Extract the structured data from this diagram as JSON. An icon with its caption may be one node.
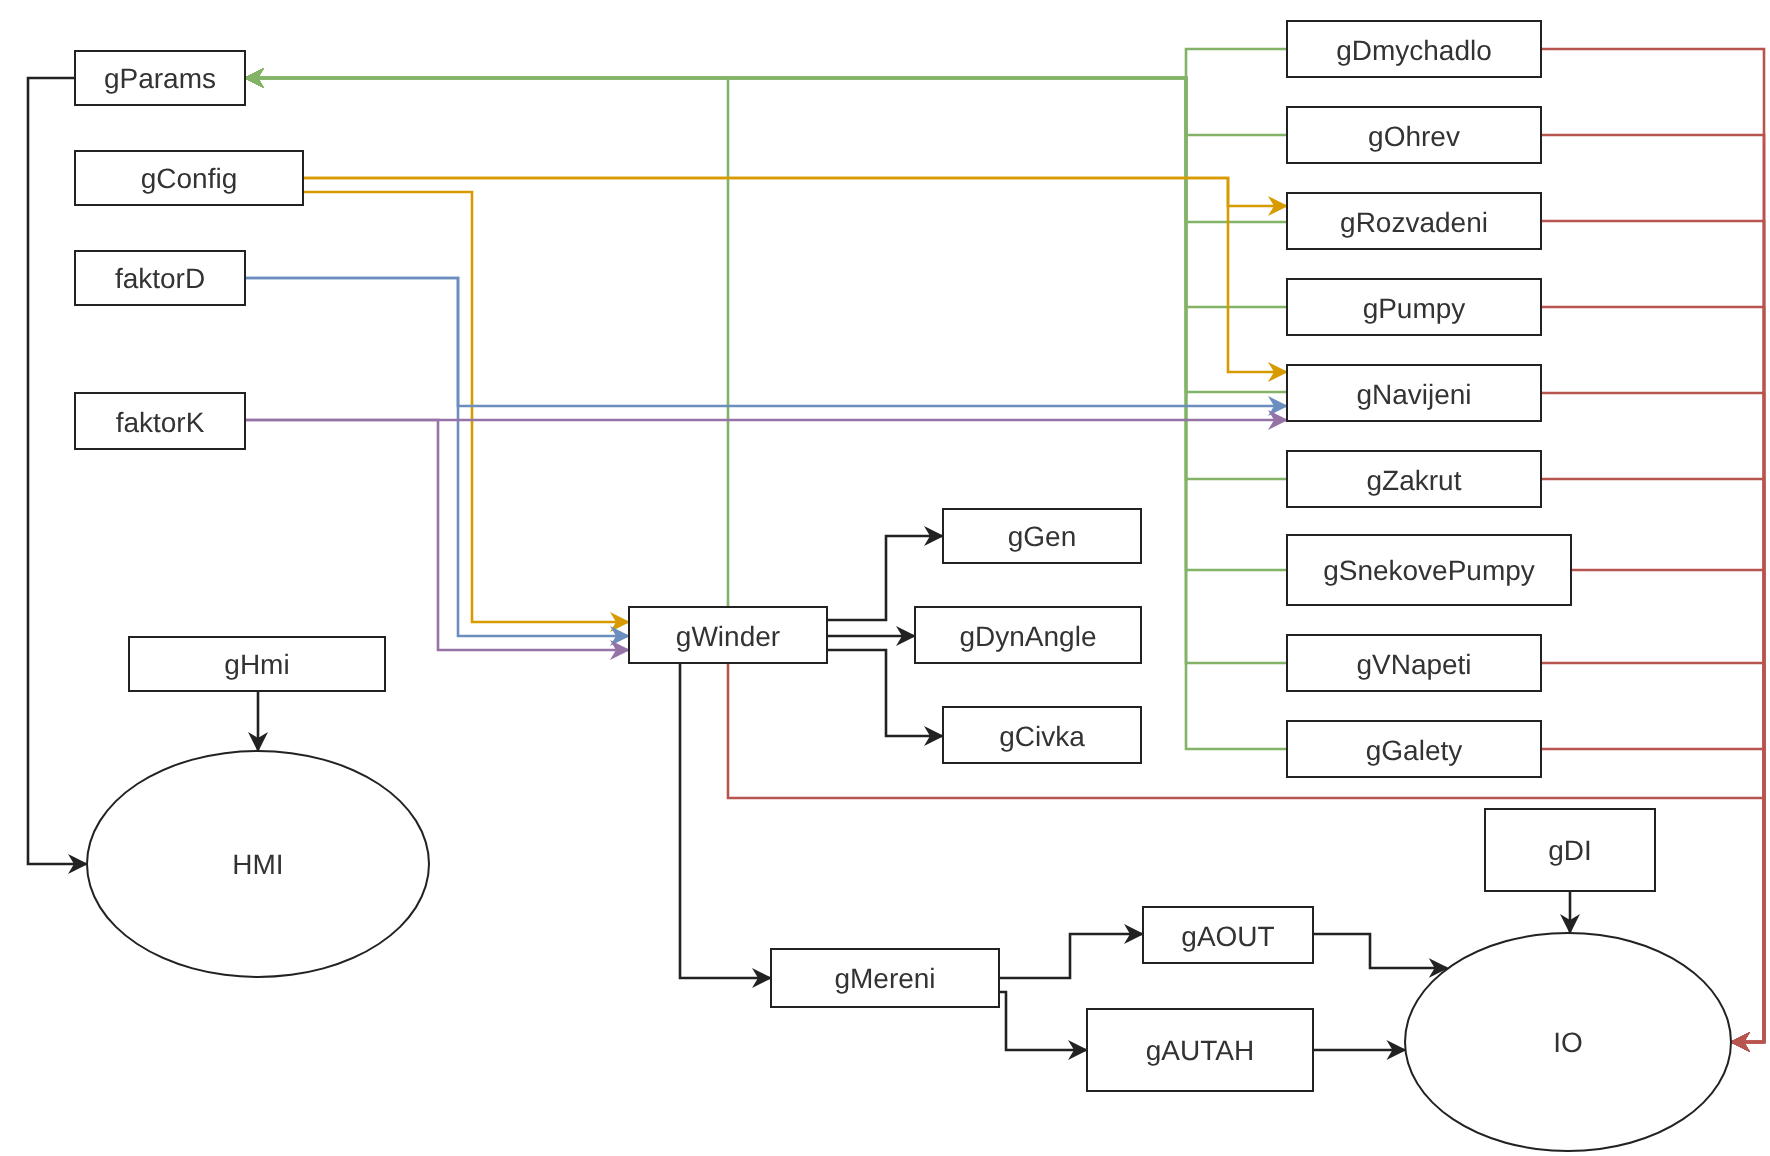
{
  "diagram": {
    "nodes": [
      {
        "text": [
          "gParams"
        ]
      },
      {
        "text": [
          "gConfig"
        ]
      },
      {
        "text": [
          "faktorD"
        ]
      },
      {
        "text": [
          "faktorK"
        ]
      },
      {
        "text": [
          "gDmychadlo"
        ]
      },
      {
        "text": [
          "gOhrev"
        ]
      },
      {
        "text": [
          "gRozvadeni"
        ]
      },
      {
        "text": [
          "gPumpy"
        ]
      },
      {
        "text": [
          "gNavijeni"
        ]
      },
      {
        "text": [
          "gZakrut"
        ]
      },
      {
        "text": [
          "gSnekovePumpy"
        ]
      },
      {
        "text": [
          "gVNapeti"
        ]
      },
      {
        "text": [
          "gGalety"
        ]
      },
      {
        "text": [
          "gWinder"
        ]
      },
      {
        "text": [
          "gGen"
        ]
      },
      {
        "text": [
          "gDynAngle"
        ]
      },
      {
        "text": [
          "gCivka"
        ]
      },
      {
        "text": [
          "gHmi"
        ]
      },
      {
        "text": [
          "HMI"
        ]
      },
      {
        "text": [
          "gMereni"
        ]
      },
      {
        "text": [
          "gAOUT"
        ]
      },
      {
        "text": [
          "gAUTAH"
        ]
      },
      {
        "text": [
          "gDI"
        ]
      },
      {
        "text": [
          "IO"
        ]
      }
    ],
    "edges": [
      {
        "from": 4,
        "to": 0,
        "arrow": "to",
        "color": "#82b366"
      },
      {
        "from": 5,
        "to": 0,
        "arrow": "to",
        "color": "#82b366"
      },
      {
        "from": 6,
        "to": 0,
        "arrow": "to",
        "color": "#82b366"
      },
      {
        "from": 7,
        "to": 0,
        "arrow": "to",
        "color": "#82b366"
      },
      {
        "from": 8,
        "to": 0,
        "arrow": "to",
        "color": "#82b366"
      },
      {
        "from": 9,
        "to": 0,
        "arrow": "to",
        "color": "#82b366"
      },
      {
        "from": 10,
        "to": 0,
        "arrow": "to",
        "color": "#82b366"
      },
      {
        "from": 11,
        "to": 0,
        "arrow": "to",
        "color": "#82b366"
      },
      {
        "from": 12,
        "to": 0,
        "arrow": "to",
        "color": "#82b366"
      },
      {
        "from": 13,
        "to": 0,
        "arrow": "to",
        "color": "#82b366"
      },
      {
        "from": 1,
        "to": 6,
        "arrow": "to",
        "color": "#d79b00"
      },
      {
        "from": 1,
        "to": 8,
        "arrow": "to",
        "color": "#d79b00"
      },
      {
        "from": 1,
        "to": 13,
        "arrow": "to",
        "color": "#d79b00"
      },
      {
        "from": 2,
        "to": 8,
        "arrow": "to",
        "color": "#6c8ebf"
      },
      {
        "from": 2,
        "to": 13,
        "arrow": "to",
        "color": "#6c8ebf"
      },
      {
        "from": 3,
        "to": 8,
        "arrow": "to",
        "color": "#9673a6"
      },
      {
        "from": 3,
        "to": 13,
        "arrow": "to",
        "color": "#9673a6"
      },
      {
        "from": 4,
        "to": 23,
        "arrow": "to",
        "color": "#b85450"
      },
      {
        "from": 5,
        "to": 23,
        "arrow": "to",
        "color": "#b85450"
      },
      {
        "from": 6,
        "to": 23,
        "arrow": "to",
        "color": "#b85450"
      },
      {
        "from": 7,
        "to": 23,
        "arrow": "to",
        "color": "#b85450"
      },
      {
        "from": 8,
        "to": 23,
        "arrow": "to",
        "color": "#b85450"
      },
      {
        "from": 9,
        "to": 23,
        "arrow": "to",
        "color": "#b85450"
      },
      {
        "from": 10,
        "to": 23,
        "arrow": "to",
        "color": "#b85450"
      },
      {
        "from": 11,
        "to": 23,
        "arrow": "to",
        "color": "#b85450"
      },
      {
        "from": 12,
        "to": 23,
        "arrow": "to",
        "color": "#b85450"
      },
      {
        "from": 13,
        "to": 23,
        "arrow": "to",
        "color": "#b85450"
      },
      {
        "from": 0,
        "to": 18,
        "arrow": "to"
      },
      {
        "from": 17,
        "to": 18,
        "arrow": "to"
      },
      {
        "from": 13,
        "to": 14,
        "arrow": "to"
      },
      {
        "from": 13,
        "to": 15,
        "arrow": "to"
      },
      {
        "from": 13,
        "to": 16,
        "arrow": "to"
      },
      {
        "from": 13,
        "to": 19,
        "arrow": "to"
      },
      {
        "from": 19,
        "to": 20,
        "arrow": "to"
      },
      {
        "from": 19,
        "to": 21,
        "arrow": "to"
      },
      {
        "from": 20,
        "to": 23,
        "arrow": "to"
      },
      {
        "from": 21,
        "to": 23,
        "arrow": "to"
      },
      {
        "from": 22,
        "to": 23,
        "arrow": "to"
      }
    ]
  }
}
